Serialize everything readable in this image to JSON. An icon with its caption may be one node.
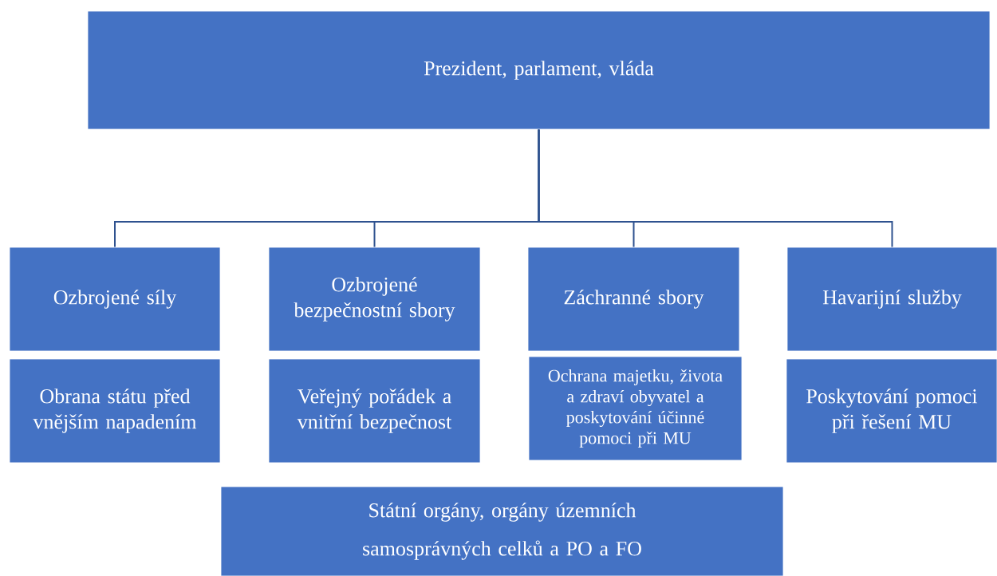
{
  "diagram": {
    "nodes": [
      {
        "text": [
          "Prezident, parlament, vláda"
        ]
      },
      {
        "text": [
          "Ozbrojené síly"
        ]
      },
      {
        "text": [
          "Ozbrojené bezpečnostní sbory"
        ]
      },
      {
        "text": [
          "Záchranné sbory"
        ]
      },
      {
        "text": [
          "Havarijní služby"
        ]
      },
      {
        "text": [
          "Obrana státu před vnějším napadením"
        ]
      },
      {
        "text": [
          "Veřejný pořádek a vnitřní bezpečnost"
        ]
      },
      {
        "text": [
          "Ochrana majetku, života a zdraví obyvatel a poskytování účinné pomoci při MU"
        ]
      },
      {
        "text": [
          "Poskytování pomoci při řešení MU"
        ]
      },
      {
        "text": [
          "Státní orgány, orgány územních samosprávných celků a PO a FO"
        ]
      }
    ],
    "edges": [
      {
        "from": 0,
        "to": 1,
        "arrow": "none"
      },
      {
        "from": 0,
        "to": 2,
        "arrow": "none"
      },
      {
        "from": 0,
        "to": 3,
        "arrow": "none"
      },
      {
        "from": 0,
        "to": 4,
        "arrow": "none"
      }
    ]
  }
}
